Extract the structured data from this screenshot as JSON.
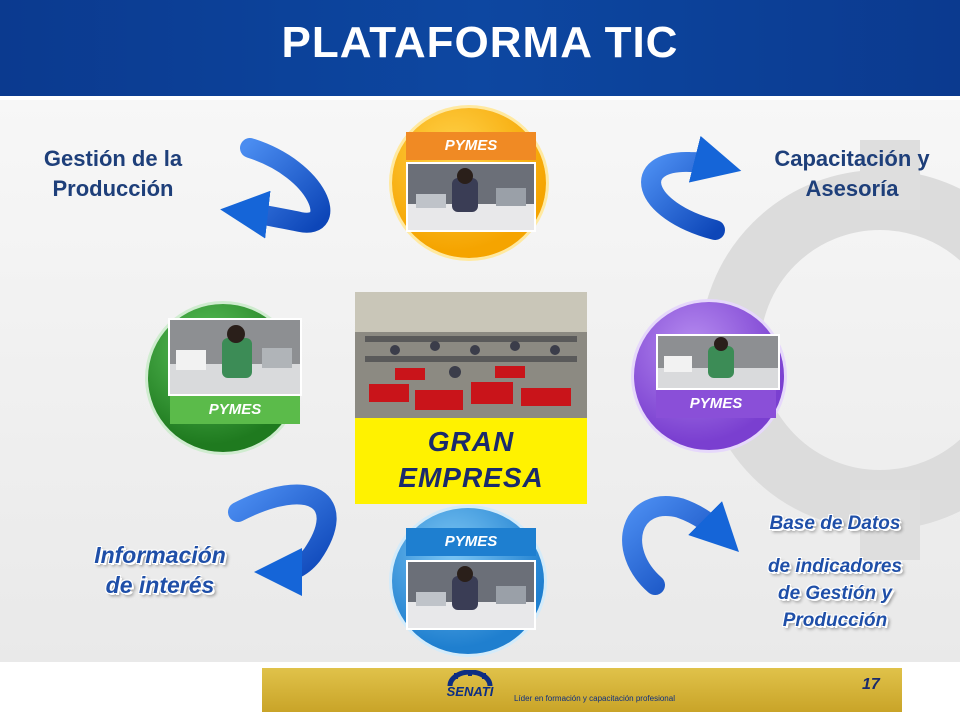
{
  "title": "PLATAFORMA TIC",
  "labels": {
    "gestion": [
      "Gestión de la",
      "Producción"
    ],
    "capacitacion": [
      "Capacitación y",
      "Asesoría"
    ],
    "informacion": [
      "Información",
      "de interés"
    ],
    "base_datos": [
      "Base de Datos",
      "de indicadores",
      "de Gestión y",
      "Producción"
    ]
  },
  "pymes": {
    "top": "PYMES",
    "left": "PYMES",
    "right": "PYMES",
    "bottom": "PYMES"
  },
  "gran_empresa": [
    "GRAN",
    "EMPRESA"
  ],
  "footer": {
    "logo_text": "SENATI",
    "slogan": "Líder en formación y capacitación profesional",
    "page_number": "17"
  },
  "colors": {
    "title_bar": "#0d47a1",
    "pymes_top": "#f5a400",
    "pymes_left": "#2e8b2e",
    "pymes_right": "#8a4fd8",
    "pymes_bottom": "#2c8fd6",
    "gran_empresa_box": "#fff200",
    "arrow": "#1565d8"
  },
  "icons": {
    "arrows": "curved-arrow-icon",
    "logo": "senati-gear-logo"
  }
}
